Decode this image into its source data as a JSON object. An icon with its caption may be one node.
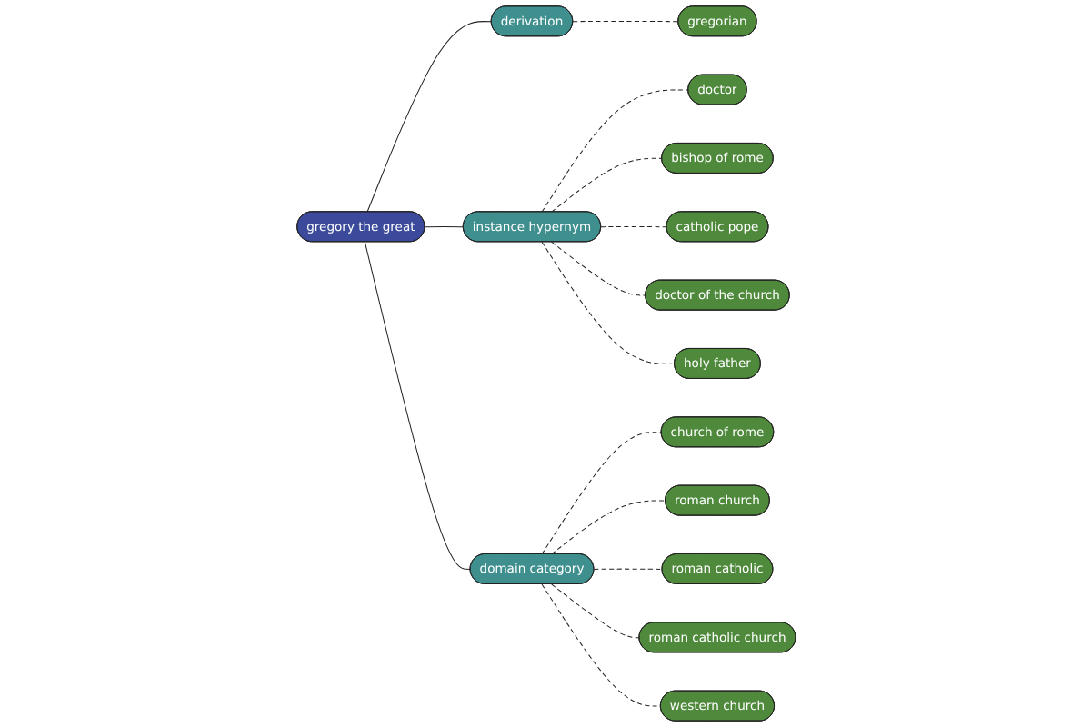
{
  "diagram": {
    "nodes": [
      {
        "text": [
          "gregory the great"
        ]
      },
      {
        "text": [
          "derivation"
        ]
      },
      {
        "text": [
          "gregorian"
        ]
      },
      {
        "text": [
          "instance hypernym"
        ]
      },
      {
        "text": [
          "doctor"
        ]
      },
      {
        "text": [
          "bishop of rome"
        ]
      },
      {
        "text": [
          "catholic pope"
        ]
      },
      {
        "text": [
          "doctor of the church"
        ]
      },
      {
        "text": [
          "holy father"
        ]
      },
      {
        "text": [
          "domain category"
        ]
      },
      {
        "text": [
          "church of rome"
        ]
      },
      {
        "text": [
          "roman church"
        ]
      },
      {
        "text": [
          "roman catholic"
        ]
      },
      {
        "text": [
          "roman catholic church"
        ]
      },
      {
        "text": [
          "western church"
        ]
      }
    ],
    "edges": [
      {
        "from": 0,
        "to": 1,
        "arrow": "none"
      },
      {
        "from": 1,
        "to": 2,
        "arrow": "none",
        "style": "dashed"
      },
      {
        "from": 0,
        "to": 3,
        "arrow": "none"
      },
      {
        "from": 3,
        "to": 4,
        "arrow": "none",
        "style": "dashed"
      },
      {
        "from": 3,
        "to": 5,
        "arrow": "none",
        "style": "dashed"
      },
      {
        "from": 3,
        "to": 6,
        "arrow": "none",
        "style": "dashed"
      },
      {
        "from": 3,
        "to": 7,
        "arrow": "none",
        "style": "dashed"
      },
      {
        "from": 3,
        "to": 8,
        "arrow": "none",
        "style": "dashed"
      },
      {
        "from": 0,
        "to": 9,
        "arrow": "none"
      },
      {
        "from": 9,
        "to": 10,
        "arrow": "none",
        "style": "dashed"
      },
      {
        "from": 9,
        "to": 11,
        "arrow": "none",
        "style": "dashed"
      },
      {
        "from": 9,
        "to": 12,
        "arrow": "none",
        "style": "dashed"
      },
      {
        "from": 9,
        "to": 13,
        "arrow": "none",
        "style": "dashed"
      },
      {
        "from": 9,
        "to": 14,
        "arrow": "none",
        "style": "dashed"
      }
    ]
  }
}
